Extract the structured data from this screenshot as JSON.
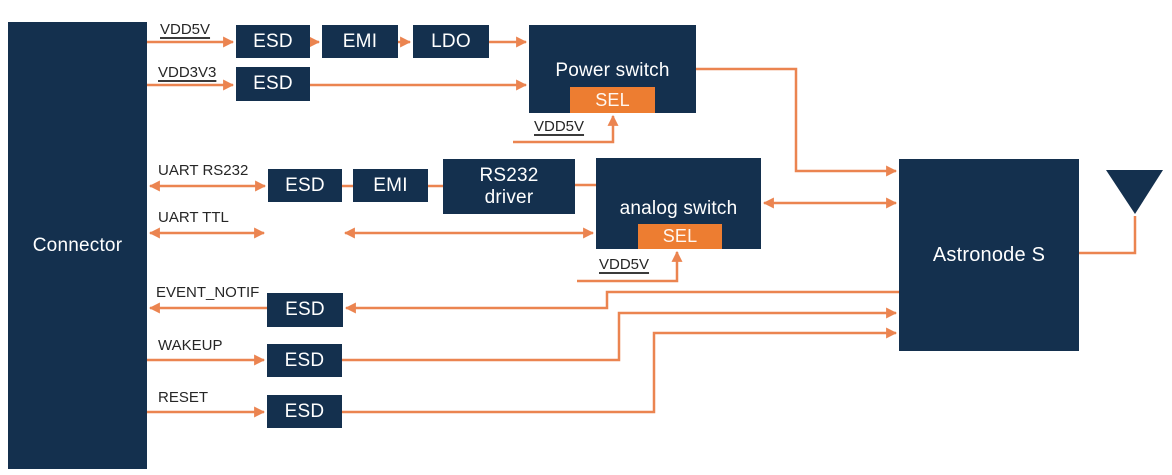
{
  "blocks": {
    "connector": "Connector",
    "esd": "ESD",
    "emi": "EMI",
    "ldo": "LDO",
    "power_switch": "Power switch",
    "sel": "SEL",
    "rs232_driver": {
      "line1": "RS232",
      "line2": "driver"
    },
    "analog_switch": "analog switch",
    "astronode": "Astronode S"
  },
  "signals": {
    "vdd5v": "VDD5V",
    "vdd3v3": "VDD3V3",
    "vdd5v_power_sel": "VDD5V",
    "vdd5v_analog_sel": "VDD5V",
    "uart_rs232": "UART RS232",
    "uart_ttl": "UART TTL",
    "event_notif": "EVENT_NOTIF",
    "wakeup": "WAKEUP",
    "reset": "RESET"
  },
  "icons": {
    "antenna": "antenna-icon"
  },
  "colors": {
    "block_navy": "#14304E",
    "sel_orange": "#ED7D31",
    "wire_orange": "#EB8450",
    "label_text": "#262626",
    "block_text": "#FFFFFF",
    "background": "#FFFFFF"
  }
}
